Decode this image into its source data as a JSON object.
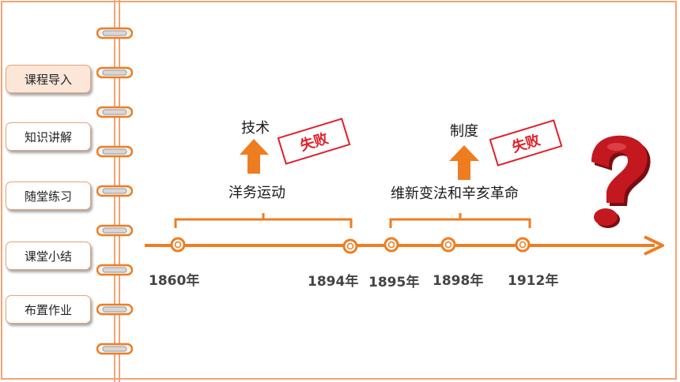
{
  "nav": {
    "items": [
      {
        "label": "课程导入",
        "active": true
      },
      {
        "label": "知识讲解",
        "active": false
      },
      {
        "label": "随堂练习",
        "active": false
      },
      {
        "label": "课堂小结",
        "active": false
      },
      {
        "label": "布置作业",
        "active": false
      }
    ]
  },
  "timeline": {
    "years": [
      "1860年",
      "1894年",
      "1895年",
      "1898年",
      "1912年"
    ],
    "group1": {
      "label": "洋务运动",
      "target": "技术",
      "stamp": "失败"
    },
    "group2": {
      "label": "维新变法和辛亥革命",
      "target": "制度",
      "stamp": "失败"
    },
    "question_icon": "question-mark-icon"
  },
  "colors": {
    "accent": "#ee7d22",
    "frame": "#f2a374",
    "stamp": "#e0202a",
    "question": "#c41820"
  }
}
